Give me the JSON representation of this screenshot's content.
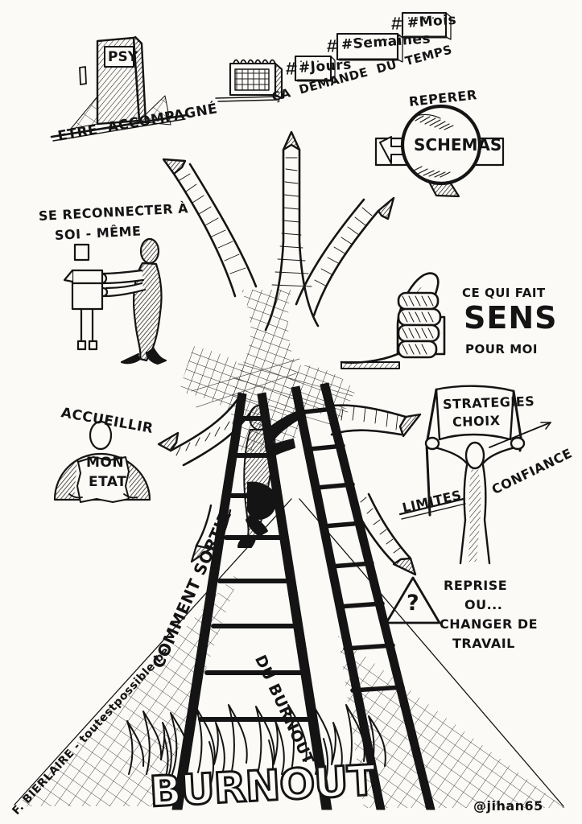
{
  "poster": {
    "title": "COMMENT SORTIR DU BURNOUT",
    "title_part_1": "COMMENT SORTIR",
    "title_part_2": "DU BURNOUT",
    "bottom_word": "BURNOUT",
    "credit": "F. BIERLAIRE - toutestpossible.be",
    "signature": "@jihan65",
    "ink_color": "#141414",
    "paper_color": "#fbfaf7"
  },
  "branches": [
    {
      "id": "etre-accompagne",
      "label": "ETRE  ACCOMPAGNÉ",
      "icon": "door-icon",
      "icon_label": "PSY"
    },
    {
      "id": "ca-demande-du-temps",
      "label": "ÇA  DEMANDE  DU  TEMPS",
      "icon": "calendar-icon",
      "cards": [
        "#Jours",
        "#Semaines",
        "#Mois"
      ],
      "card_1": "#Jours",
      "card_2": "#Semaines",
      "card_3": "#Mois"
    },
    {
      "id": "reperer-schemas",
      "label": "REPERER",
      "label_2": "SCHEMAS",
      "icon": "magnifier-icon"
    },
    {
      "id": "se-reconnecter",
      "label_line_1": "SE RECONNECTER À",
      "label_line_2": "SOI - MÊME",
      "icon": "person-puppet-icon"
    },
    {
      "id": "ce-qui-fait-sens",
      "label_line_1": "CE QUI FAIT",
      "label_line_2": "SENS",
      "label_line_3": "POUR MOI",
      "icon": "thumbs-up-icon"
    },
    {
      "id": "accueillir",
      "label": "ACCUEILLIR",
      "badge_line_1": "MON",
      "badge_line_2": "ETAT",
      "icon": "person-hug-icon"
    },
    {
      "id": "strategies-choix",
      "banner_line_1": "STRATEGIES",
      "banner_line_2": "CHOIX",
      "label_right": "CONFIANCE",
      "label_left": "LIMITES",
      "icon": "person-banner-icon"
    },
    {
      "id": "reprise-ou-changer",
      "label_line_1": "REPRISE",
      "label_line_2": "OU...",
      "label_line_3": "CHANGER DE",
      "label_line_4": "TRAVAIL",
      "icon": "warning-triangle-icon",
      "icon_glyph": "?"
    }
  ],
  "scene": {
    "ladder_name": "ladder",
    "climber_name": "climber-figure",
    "fire_name": "flames",
    "hub_name": "arrow-hub"
  }
}
